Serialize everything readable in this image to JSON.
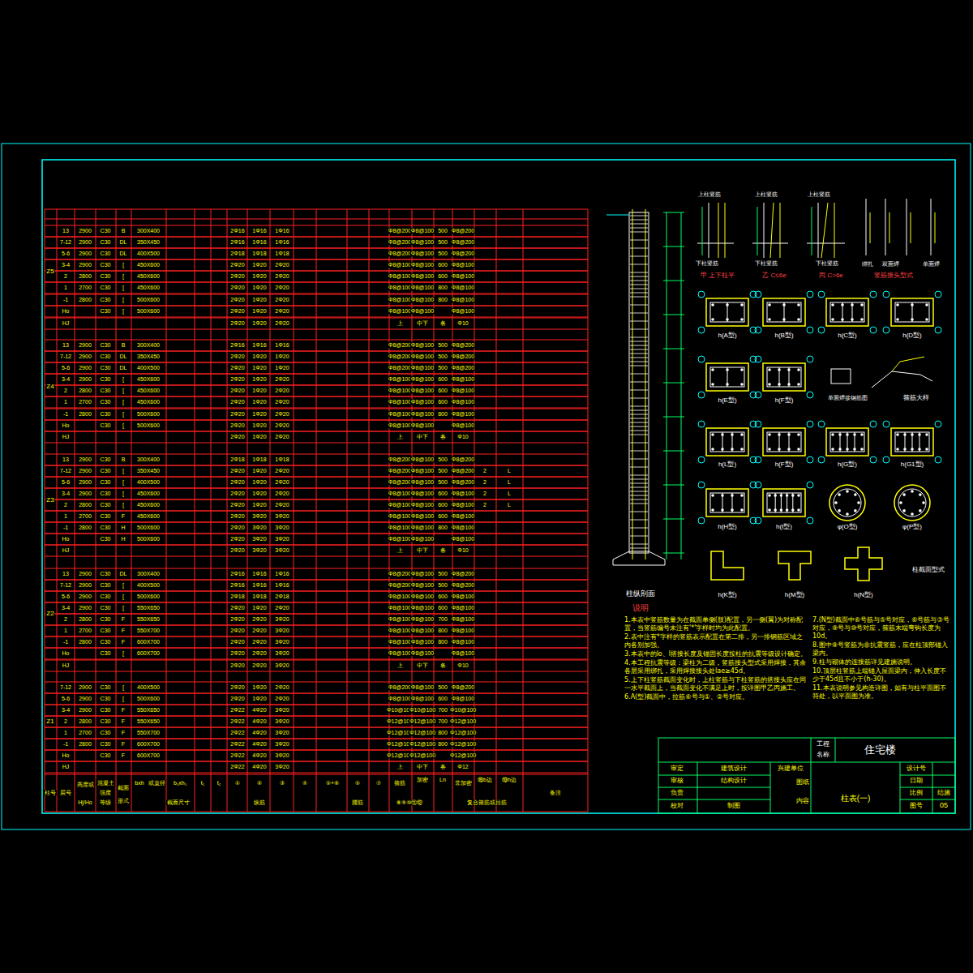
{
  "diagram": {
    "labels": [
      "Z5",
      "13",
      "2900",
      "C30",
      "B",
      "300X400",
      "2Φ16",
      "1Φ16",
      "1Φ16",
      "Φ8@200",
      "Φ8@100",
      "500",
      "Φ8@200",
      "7-12",
      "2900",
      "C30",
      "DL",
      "350X450",
      "2Φ16",
      "1Φ16",
      "1Φ16",
      "Φ8@200",
      "Φ8@100",
      "500",
      "Φ8@200",
      "5-6",
      "2900",
      "C30",
      "DL",
      "400X500",
      "2Φ18",
      "1Φ18",
      "1Φ18",
      "Φ8@200",
      "Φ8@100",
      "500",
      "Φ8@200",
      "3-4",
      "2900",
      "C30",
      "[",
      "450X600",
      "2Φ20",
      "1Φ20",
      "2Φ20",
      "Φ8@100",
      "Φ8@100",
      "600",
      "Φ8@100",
      "2",
      "2800",
      "C30",
      "[",
      "450X600",
      "2Φ20",
      "1Φ20",
      "2Φ20",
      "Φ8@100",
      "Φ8@100",
      "600",
      "Φ8@100",
      "1",
      "2700",
      "C30",
      "[",
      "450X600",
      "2Φ20",
      "1Φ20",
      "2Φ20",
      "Φ8@100",
      "Φ8@100",
      "800",
      "Φ8@100",
      "-1",
      "2800",
      "C30",
      "[",
      "500X600",
      "2Φ20",
      "1Φ20",
      "2Φ20",
      "Φ8@100",
      "Φ8@100",
      "800",
      "Φ8@100",
      "Ho",
      "C30",
      "[",
      "500X600",
      "2Φ20",
      "1Φ20",
      "2Φ20",
      "Φ8@100",
      "Φ8@100",
      "Φ8@100",
      "HJ",
      "2Φ20",
      "1Φ20",
      "2Φ20",
      "上",
      "中下",
      "各",
      "Φ10",
      "Z4",
      "13",
      "2900",
      "C30",
      "B",
      "300X400",
      "2Φ16",
      "1Φ16",
      "1Φ16",
      "Φ8@200",
      "Φ8@100",
      "500",
      "Φ8@200",
      "7-12",
      "2900",
      "C30",
      "DL",
      "350X450",
      "2Φ20",
      "1Φ20",
      "1Φ20",
      "Φ8@200",
      "Φ8@100",
      "500",
      "Φ8@200",
      "5-6",
      "2900",
      "C30",
      "DL",
      "400X500",
      "2Φ20",
      "1Φ20",
      "1Φ20",
      "Φ8@200",
      "Φ8@100",
      "500",
      "Φ8@200",
      "3-4",
      "2900",
      "C30",
      "[",
      "450X600",
      "2Φ20",
      "1Φ20",
      "2Φ20",
      "Φ8@100",
      "Φ8@100",
      "600",
      "Φ8@100",
      "2",
      "2800",
      "C30",
      "[",
      "450X600",
      "2Φ20",
      "1Φ20",
      "2Φ20",
      "Φ8@100",
      "Φ8@100",
      "600",
      "Φ8@100",
      "1",
      "2700",
      "C30",
      "[",
      "450X600",
      "2Φ20",
      "1Φ20",
      "2Φ20",
      "Φ8@100",
      "Φ8@100",
      "600",
      "Φ8@100",
      "-1",
      "2800",
      "C30",
      "[",
      "500X600",
      "2Φ20",
      "1Φ20",
      "2Φ20",
      "Φ8@100",
      "Φ8@100",
      "800",
      "Φ8@100",
      "Ho",
      "C30",
      "[",
      "500X600",
      "2Φ20",
      "1Φ20",
      "2Φ20",
      "Φ8@100",
      "Φ8@100",
      "Φ8@100",
      "HJ",
      "2Φ20",
      "1Φ20",
      "2Φ20",
      "上",
      "中下",
      "各",
      "Φ10",
      "Z3",
      "13",
      "2900",
      "C30",
      "B",
      "300X400",
      "2Φ18",
      "1Φ18",
      "1Φ18",
      "Φ8@200",
      "Φ8@100",
      "500",
      "Φ8@200",
      "7-12",
      "2900",
      "C30",
      "[",
      "350X450",
      "2Φ20",
      "1Φ20",
      "2Φ20",
      "Φ8@200",
      "Φ8@100",
      "500",
      "Φ8@200",
      "2",
      "L",
      "5-6",
      "2900",
      "C30",
      "[",
      "400X500",
      "2Φ20",
      "1Φ20",
      "2Φ20",
      "Φ8@200",
      "Φ8@100",
      "500",
      "Φ8@200",
      "2",
      "L",
      "3-4",
      "2900",
      "C30",
      "[",
      "450X600",
      "2Φ20",
      "1Φ20",
      "2Φ20",
      "Φ8@100",
      "Φ8@100",
      "600",
      "Φ8@100",
      "2",
      "L",
      "2",
      "2800",
      "C30",
      "[",
      "450X600",
      "2Φ20",
      "1Φ20",
      "2Φ20",
      "Φ8@100",
      "Φ8@100",
      "600",
      "Φ8@100",
      "2",
      "L",
      "1",
      "2700",
      "C30",
      "F",
      "450X600",
      "2Φ20",
      "3Φ20",
      "3Φ20",
      "Φ8@100",
      "Φ8@100",
      "600",
      "Φ8@100",
      "-1",
      "2800",
      "C30",
      "H",
      "500X600",
      "2Φ20",
      "3Φ20",
      "3Φ20",
      "Φ8@100",
      "Φ8@100",
      "800",
      "Φ8@100",
      "Ho",
      "C30",
      "H",
      "500X600",
      "2Φ20",
      "3Φ20",
      "3Φ20",
      "Φ8@100",
      "Φ8@100",
      "Φ8@100",
      "HJ",
      "2Φ20",
      "3Φ20",
      "3Φ20",
      "上",
      "中下",
      "各",
      "Φ10",
      "Z2",
      "13",
      "2900",
      "C30",
      "DL",
      "300X400",
      "2Φ16",
      "1Φ16",
      "1Φ16",
      "Φ8@200",
      "Φ8@100",
      "500",
      "Φ8@200",
      "7-12",
      "2900",
      "C30",
      "[",
      "400X500",
      "2Φ16",
      "1Φ16",
      "1Φ16",
      "Φ8@200",
      "Φ8@100",
      "500",
      "Φ8@200",
      "5-6",
      "2900",
      "C30",
      "[",
      "500X600",
      "2Φ18",
      "1Φ18",
      "2Φ18",
      "Φ8@100",
      "Φ8@100",
      "600",
      "Φ8@100",
      "3-4",
      "2900",
      "C30",
      "[",
      "550X650",
      "2Φ20",
      "1Φ20",
      "2Φ20",
      "Φ8@100",
      "Φ8@100",
      "600",
      "Φ8@100",
      "2",
      "2800",
      "C30",
      "F",
      "550X650",
      "2Φ20",
      "2Φ20",
      "3Φ20",
      "Φ8@100",
      "Φ8@100",
      "700",
      "Φ8@100",
      "1",
      "2700",
      "C30",
      "F",
      "550X700",
      "2Φ20",
      "2Φ20",
      "3Φ20",
      "Φ8@100",
      "Φ8@100",
      "800",
      "Φ8@100",
      "-1",
      "2800",
      "C30",
      "F",
      "600X700",
      "2Φ20",
      "2Φ20",
      "3Φ20",
      "Φ8@100",
      "Φ8@100",
      "800",
      "Φ8@100",
      "Ho",
      "C30",
      "[",
      "600X700",
      "2Φ20",
      "2Φ20",
      "3Φ20",
      "Φ8@100",
      "Φ8@100",
      "Φ8@100",
      "HJ",
      "2Φ20",
      "2Φ20",
      "3Φ20",
      "上",
      "中下",
      "各",
      "Φ10",
      "Z1",
      "7-12",
      "2900",
      "C30",
      "[",
      "400X500",
      "2Φ20",
      "1Φ20",
      "2Φ20",
      "Φ8@200",
      "Φ8@100",
      "500",
      "Φ8@200",
      "5-6",
      "2900",
      "C30",
      "[",
      "500X600",
      "2Φ20",
      "1Φ20",
      "2Φ20",
      "Φ8@100",
      "Φ8@100",
      "600",
      "Φ8@100",
      "3-4",
      "2900",
      "C30",
      "F",
      "550X650",
      "2Φ22",
      "4Φ20",
      "3Φ20",
      "Φ10@100",
      "Φ10@100",
      "700",
      "Φ10@100",
      "2",
      "2800",
      "C30",
      "F",
      "550X650",
      "2Φ22",
      "4Φ20",
      "3Φ20",
      "Φ12@100",
      "Φ12@100",
      "700",
      "Φ12@100",
      "1",
      "2700",
      "C30",
      "F",
      "550X700",
      "2Φ22",
      "4Φ20",
      "3Φ20",
      "Φ12@100",
      "Φ12@100",
      "800",
      "Φ12@100",
      "-1",
      "2800",
      "C30",
      "F",
      "600X700",
      "2Φ22",
      "4Φ20",
      "3Φ20",
      "Φ12@100",
      "Φ12@100",
      "800",
      "Φ12@100",
      "Ho",
      "C30",
      "F",
      "600X700",
      "2Φ22",
      "4Φ20",
      "3Φ20",
      "Φ12@100",
      "Φ12@100",
      "Φ12@100",
      "HJ",
      "2Φ22",
      "4Φ20",
      "3Φ20",
      "上",
      "中下",
      "各",
      "Φ12",
      "柱号",
      "层号",
      "高度或",
      "Hj/Ho",
      "混凝土",
      "强度",
      "等级",
      "截面",
      "形式",
      "bxh",
      "或直径",
      "b₁xh₁",
      "t₁",
      "t₂",
      "①",
      "②",
      "③",
      "④",
      "⑤+⑥",
      "⑤",
      "⑦",
      "箍筋",
      "加密",
      "Ln",
      "非加密",
      "⑱b边",
      "⑲h边",
      "备注",
      "截面尺寸",
      "纵筋",
      "腰筋",
      "⑧⑨⑩⑪⑫",
      "复合箍筋或拉筋",
      "柱纵剖面",
      "上柱竖筋",
      "上柱竖筋",
      "上柱竖筋",
      "下柱竖筋",
      "下柱竖筋",
      "下柱竖筋",
      "绑扎",
      "双面焊",
      "单面焊",
      "甲 上下柱平",
      "乙 C≤6e",
      "丙 C>6e",
      "竖筋接头型式",
      "h(A型)",
      "h(B型)",
      "h(C型)",
      "h(D型)",
      "h(E型)",
      "h(F型)",
      "单面焊接钢筋图",
      "箍筋大样",
      "h(L型)",
      "h(F型)",
      "h(G型)",
      "h(G1型)",
      "h(H型)",
      "h(I型)",
      "φ(O型)",
      "φ(P型)",
      "h(K型)",
      "h(M型)",
      "h(N型)",
      "柱截面型式",
      "说明",
      "1.本表中竖筋数量为在截面单侧(肢)配置，另一侧(翼)为对称配置，当竖筋编号未注有'*'字样时均为此配置。",
      "2.表中注有*字样的竖筋表示配置在第二排，另一排钢筋区域之内各别加强。",
      "3.本表中的lo、l搭接长度及锚固长度按柱的抗震等级设计确定。",
      "4.本工程抗震等级：梁柱为二级，竖筋接头型式采用焊接，其余各层采用绑扎，采用焊接接头处lae≥45d。",
      "5.上下柱竖筋截面变化时，上柱竖筋与下柱竖筋的搭接头应在同一水平截面上，当截面变化不满足上时，按详图甲乙丙施工。",
      "6.A(型)截面中，拉筋⑥号与①、②号对应。",
      "7.(N型)截面中⑥号筋与⑤号对应，⑥号筋与③号对应，⑨号与⑩号对应，箍筋末端弯钩长度为10d。",
      "8.图中⑨号竖筋为非抗震竖筋，应在柱顶部锚入梁内。",
      "9.柱与砌体的连接筋详见建施说明。",
      "10.顶层柱竖筋上端锚入屋面梁内，伸入长度不少于45d且不小于(h-30)。",
      "11.本表说明参见构造详图，如有与柱平面图不符处，以平面图为准。",
      "工程",
      "名称",
      "住宅楼",
      "审定",
      "审核",
      "负责",
      "校对",
      "建筑设计",
      "结构设计",
      "制图",
      "兴建单位",
      "图纸",
      "内容",
      "柱表(一)",
      "设计号",
      "日期",
      "比例",
      "结施",
      "图号",
      "05"
    ]
  }
}
